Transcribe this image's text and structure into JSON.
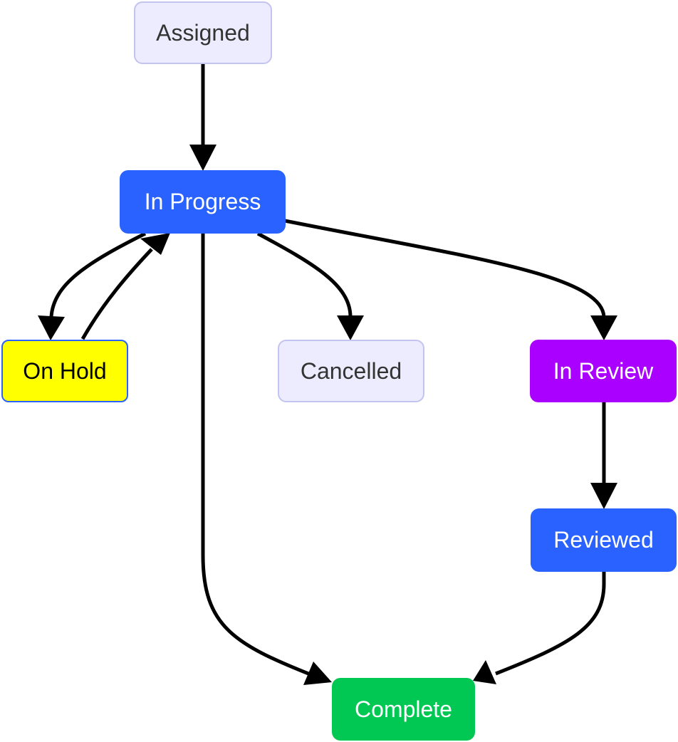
{
  "nodes": {
    "assigned": "Assigned",
    "in_progress": "In Progress",
    "on_hold": "On Hold",
    "cancelled": "Cancelled",
    "in_review": "In Review",
    "reviewed": "Reviewed",
    "complete": "Complete"
  },
  "edges": [
    {
      "from": "Assigned",
      "to": "In Progress"
    },
    {
      "from": "In Progress",
      "to": "On Hold"
    },
    {
      "from": "On Hold",
      "to": "In Progress"
    },
    {
      "from": "In Progress",
      "to": "Cancelled"
    },
    {
      "from": "In Progress",
      "to": "In Review"
    },
    {
      "from": "In Progress",
      "to": "Complete"
    },
    {
      "from": "In Review",
      "to": "Reviewed"
    },
    {
      "from": "Reviewed",
      "to": "Complete"
    }
  ],
  "colors": {
    "default_node_fill": "#ececfe",
    "default_node_border": "#c3c3ef",
    "in_progress_fill": "#2962ff",
    "reviewed_fill": "#2962ff",
    "on_hold_fill": "#ffff00",
    "on_hold_border": "#2962ff",
    "in_review_fill": "#aa00ff",
    "complete_fill": "#00c853",
    "edge": "#000000"
  }
}
